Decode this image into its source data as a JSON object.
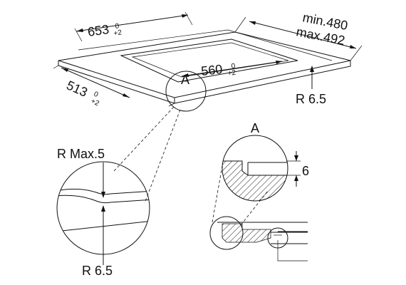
{
  "dimensions": {
    "width": {
      "value": "653",
      "tol_upper": "0",
      "tol_lower": "+2"
    },
    "depth": {
      "value": "513",
      "tol_upper": "0",
      "tol_lower": "+2"
    },
    "cutout": {
      "value": "560",
      "tol_upper": "0",
      "tol_lower": "+2"
    },
    "worktop_min": "min.480",
    "worktop_max": "max.492",
    "radius_main": "R 6.5",
    "radius_max": "R Max.5",
    "radius_detail": "R 6.5",
    "thickness": "6"
  },
  "detail_labels": {
    "main": "A",
    "detail": "A"
  }
}
